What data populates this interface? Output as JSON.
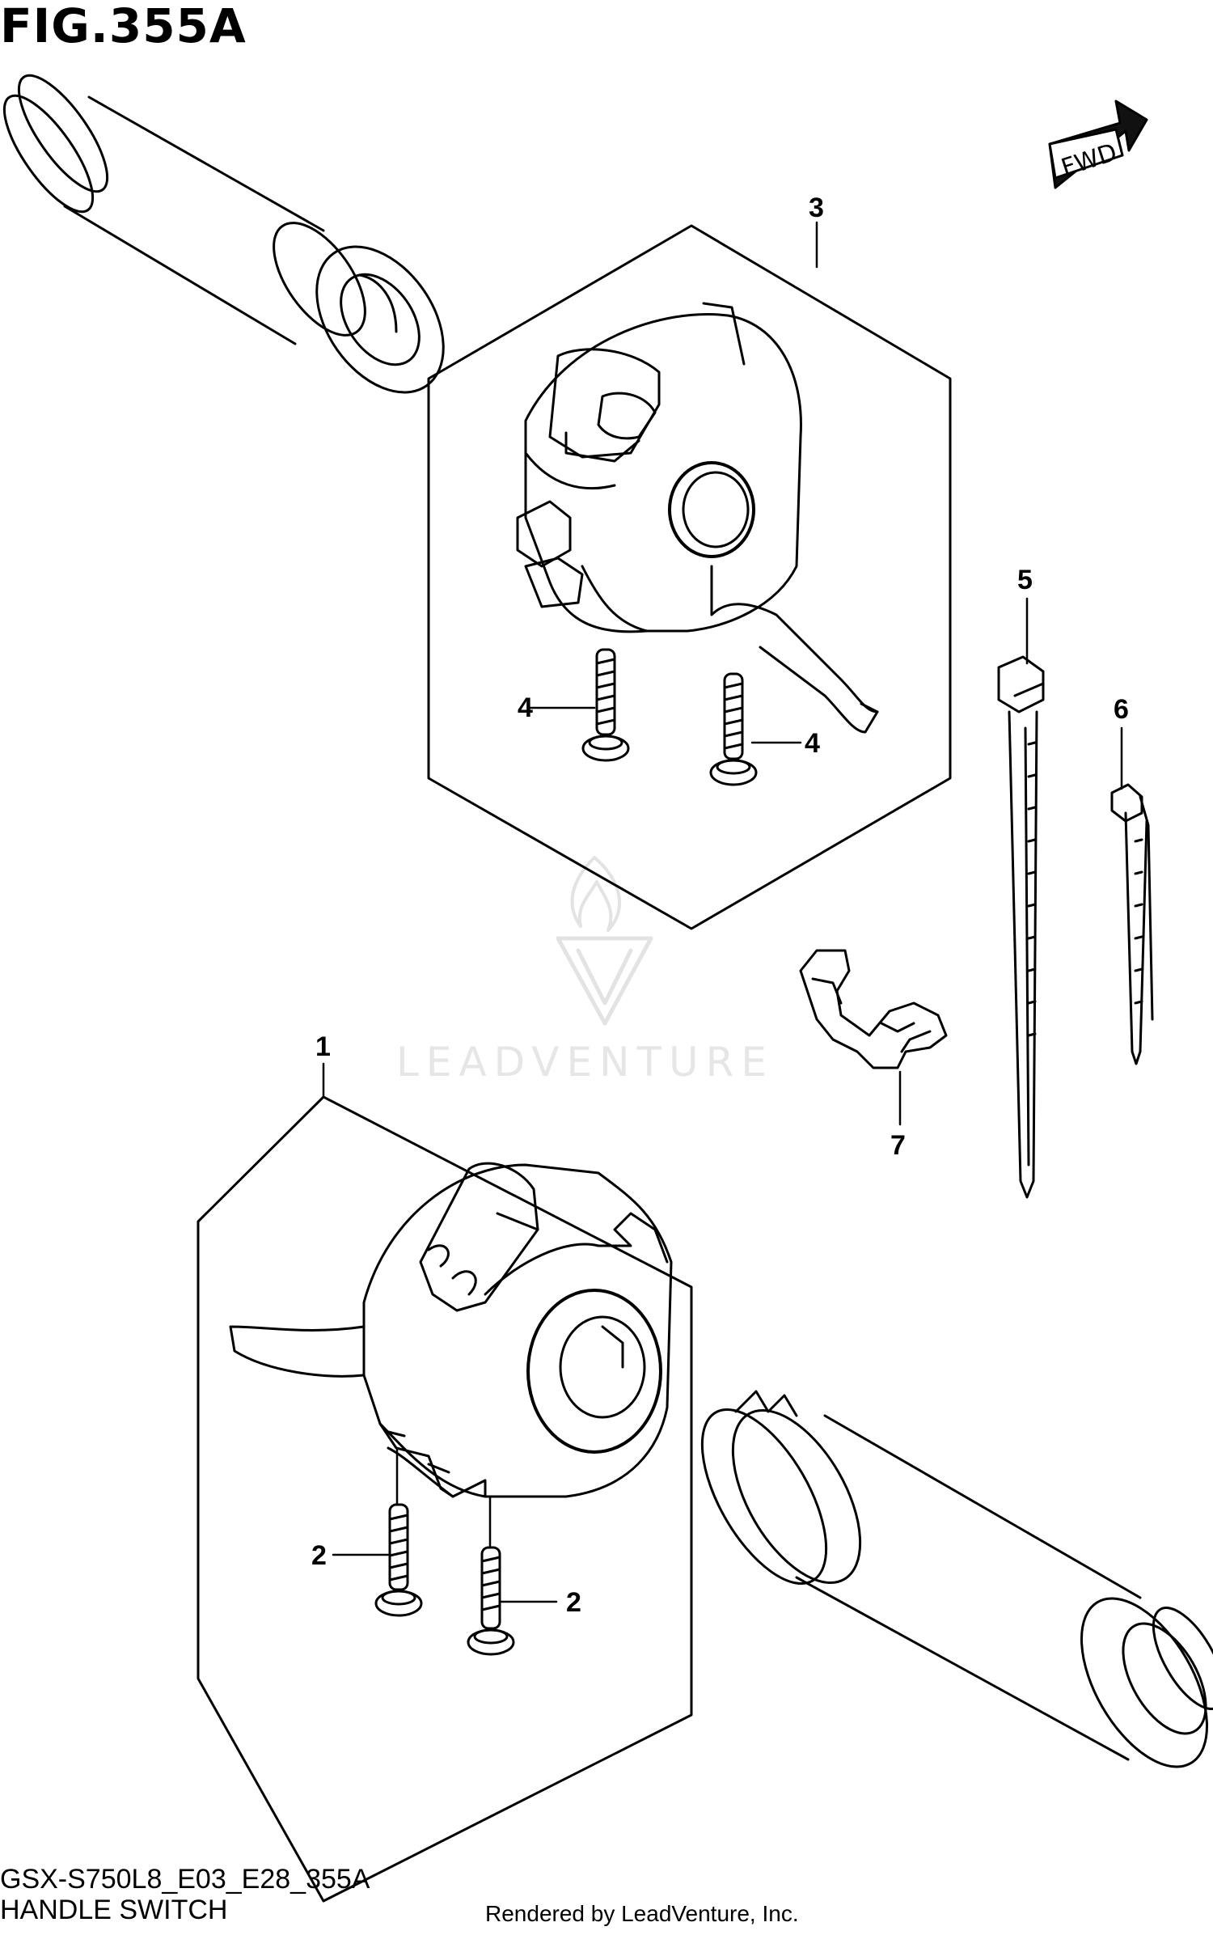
{
  "figure": {
    "title": "FIG.355A",
    "model_code": "GSX-S750L8_E03_E28_355A",
    "section_title": "HANDLE SWITCH"
  },
  "direction_badge": {
    "label": "FWD"
  },
  "watermark": {
    "brand": "LEADVENTURE"
  },
  "credit": "Rendered by LeadVenture, Inc.",
  "callouts": {
    "p1": "1",
    "p2a": "2",
    "p2b": "2",
    "p3": "3",
    "p4a": "4",
    "p4b": "4",
    "p5": "5",
    "p6": "6",
    "p7": "7"
  },
  "colors": {
    "line": "#000000",
    "background": "#ffffff",
    "watermark": "#e6e6e6"
  }
}
